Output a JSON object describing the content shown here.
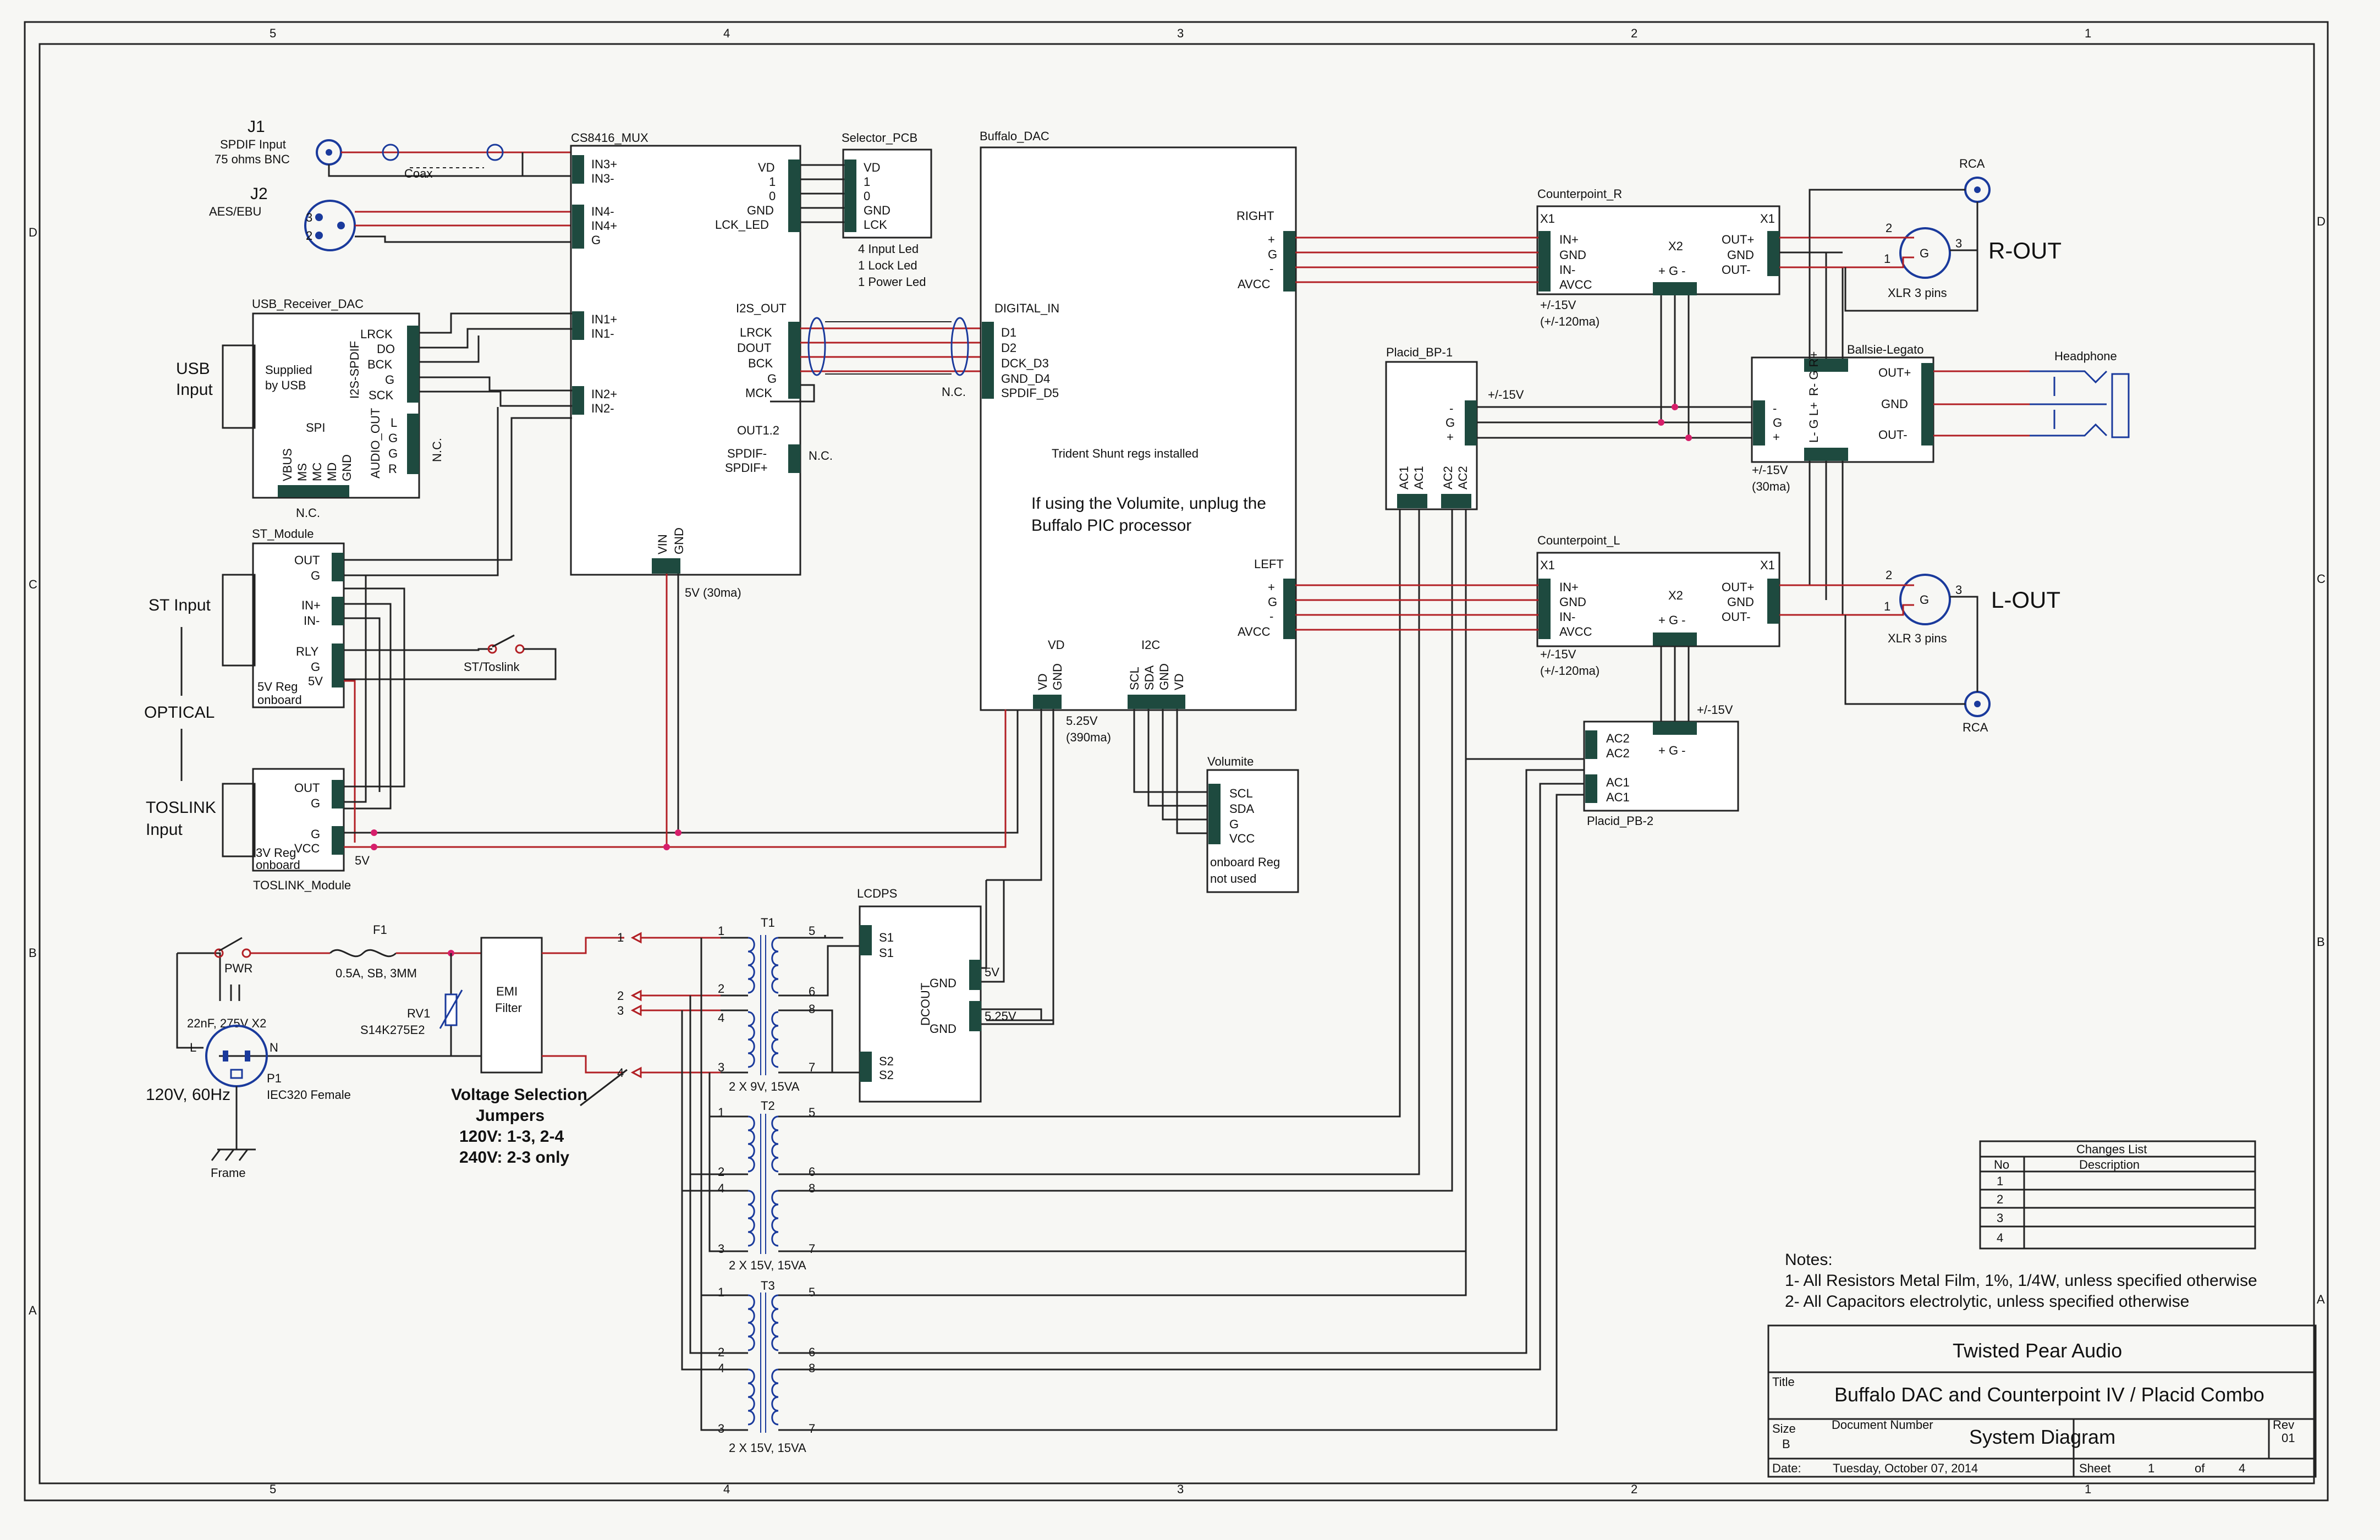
{
  "page": {
    "border_numbers": [
      "5",
      "4",
      "3",
      "2",
      "1"
    ],
    "border_letters": [
      "D",
      "C",
      "B",
      "A"
    ]
  },
  "j1": {
    "ref": "J1",
    "label1": "SPDIF Input",
    "label2": "75 ohms BNC",
    "coax": "Coax"
  },
  "j2": {
    "ref": "J2",
    "label": "AES/EBU",
    "p3": "3",
    "p2": "2"
  },
  "cs8416": {
    "name": "CS8416_MUX",
    "pins": [
      "IN3+",
      "IN3-",
      "IN4-",
      "IN4+",
      "G",
      "IN1+",
      "IN1-",
      "IN2+",
      "IN2-"
    ],
    "vin": "VIN",
    "gnd": "GND",
    "supply": "5V (30ma)"
  },
  "selector": {
    "name": "Selector_PCB",
    "pins_left": [
      "VD",
      "1",
      "0",
      "GND",
      "LCK_LED"
    ],
    "pins_right": [
      "VD",
      "1",
      "0",
      "GND",
      "LCK"
    ],
    "notes": [
      "4 Input Led",
      "1 Lock Led",
      "1 Power Led"
    ]
  },
  "i2s": {
    "title": "I2S_OUT",
    "pins": [
      "LRCK",
      "DOUT",
      "BCK",
      "G",
      "MCK"
    ],
    "out12": "OUT1.2",
    "spdif": [
      "SPDIF-",
      "SPDIF+"
    ],
    "nc": "N.C.",
    "nc2": "N.C."
  },
  "buffalo": {
    "name": "Buffalo_DAC",
    "digital_in": "DIGITAL_IN",
    "pins": [
      "D1",
      "D2",
      "DCK_D3",
      "GND_D4",
      "SPDIF_D5"
    ],
    "right": "RIGHT",
    "left": "LEFT",
    "out_pins": [
      "+",
      "G",
      "-",
      "AVCC"
    ],
    "trident": "Trident Shunt regs installed",
    "volumite_note1": "If using the Volumite, unplug the",
    "volumite_note2": "Buffalo PIC processor",
    "vd": "VD",
    "vd_pins": [
      "VD",
      "GND"
    ],
    "i2c": "I2C",
    "i2c_pins": [
      "SCL",
      "SDA",
      "GND",
      "VD"
    ],
    "supply1": "5.25V",
    "supply2": "(390ma)"
  },
  "usb": {
    "name": "USB_Receiver_DAC",
    "side1": "USB",
    "side2": "Input",
    "supplied1": "Supplied",
    "supplied2": "by USB",
    "i2s_label": "I2S-SPDIF",
    "i2s_pins": [
      "LRCK",
      "DO",
      "BCK",
      "G",
      "SCK"
    ],
    "spi": "SPI",
    "audio": "AUDIO_OUT",
    "audio_pins": [
      "L",
      "G",
      "G",
      "R"
    ],
    "bottom_pins": [
      "VBUS",
      "MS",
      "MC",
      "MD",
      "GND"
    ],
    "nc": "N.C.",
    "nc2": "N.C."
  },
  "st": {
    "name": "ST_Module",
    "side": "ST Input",
    "pins": [
      "OUT",
      "G",
      "IN+",
      "IN-",
      "RLY",
      "G",
      "5V"
    ],
    "reg1": "5V Reg",
    "reg2": "onboard",
    "switch": "ST/Toslink",
    "optical": "OPTICAL"
  },
  "toslink": {
    "name": "TOSLINK_Module",
    "side1": "TOSLINK",
    "side2": "Input",
    "pins": [
      "OUT",
      "G",
      "G",
      "VCC"
    ],
    "reg1": "3V Reg",
    "reg2": "onboard",
    "v5": "5V"
  },
  "power": {
    "f1": "F1",
    "pwr": "PWR",
    "fuse": "0.5A, SB, 3MM",
    "cap": "22nF, 275V X2",
    "rv1": "RV1",
    "rv1_part": "S14K275E2",
    "l": "L",
    "n": "N",
    "p1": "P1",
    "p1_desc": "IEC320 Female",
    "mains": "120V, 60Hz",
    "frame": "Frame",
    "emi1": "EMI",
    "emi2": "Filter",
    "taps": [
      "1",
      "2",
      "3",
      "4"
    ]
  },
  "voltage_sel": {
    "title1": "Voltage Selection",
    "title2": "Jumpers",
    "line1": "120V: 1-3, 2-4",
    "line2": "240V: 2-3 only"
  },
  "transformers": [
    {
      "ref": "T1",
      "rating": "2 X 9V, 15VA",
      "pri": [
        "1",
        "2",
        "4",
        "3"
      ],
      "sec": [
        "5",
        "6",
        "8",
        "7"
      ]
    },
    {
      "ref": "T2",
      "rating": "2 X 15V, 15VA",
      "pri": [
        "1",
        "2",
        "4",
        "3"
      ],
      "sec": [
        "5",
        "6",
        "8",
        "7"
      ]
    },
    {
      "ref": "T3",
      "rating": "2 X 15V, 15VA",
      "pri": [
        "1",
        "2",
        "4",
        "3"
      ],
      "sec": [
        "5",
        "6",
        "8",
        "7"
      ]
    }
  ],
  "lcdps": {
    "name": "LCDPS",
    "pins": [
      "S1",
      "S1",
      "S2",
      "S2"
    ],
    "dcout": "DCOUT",
    "out": [
      "GND",
      "GND"
    ],
    "v5": "5V",
    "v525": "5.25V"
  },
  "volumite": {
    "name": "Volumite",
    "pins": [
      "SCL",
      "SDA",
      "G",
      "VCC"
    ],
    "note1": "onboard Reg",
    "note2": "not used"
  },
  "cp_r": {
    "name": "Counterpoint_R",
    "x1": "X1",
    "x2": "X2",
    "pins_in": [
      "IN+",
      "GND",
      "IN-",
      "AVCC"
    ],
    "pins_out": [
      "OUT+",
      "GND",
      "OUT-"
    ],
    "x1b": "X1",
    "supply1": "+/-15V",
    "supply2": "(+/-120ma)",
    "pwr_pins": "+ G -"
  },
  "cp_l": {
    "name": "Counterpoint_L",
    "x1": "X1",
    "x2": "X2",
    "pins_in": [
      "IN+",
      "GND",
      "IN-",
      "AVCC"
    ],
    "pins_out": [
      "OUT+",
      "GND",
      "OUT-"
    ],
    "x1b": "X1",
    "supply1": "+/-15V",
    "supply2": "(+/-120ma)",
    "pwr_pins": "+ G -"
  },
  "placid1": {
    "name": "Placid_BP-1",
    "pins": [
      "AC1",
      "AC1",
      "AC2",
      "AC2"
    ],
    "out": [
      "-",
      "G",
      "+"
    ],
    "supply": "+/-15V"
  },
  "placid2": {
    "name": "Placid_PB-2",
    "pins": [
      "AC2",
      "AC2",
      "AC1",
      "AC1"
    ],
    "out": "+ G -",
    "supply": "+/-15V"
  },
  "ballsie": {
    "name": "Ballsie-Legato",
    "top": "R- G R+",
    "bottom": "L- G L+",
    "in": [
      "-",
      "G",
      "+"
    ],
    "out": [
      "OUT+",
      "GND",
      "OUT-"
    ],
    "supply1": "+/-15V",
    "supply2": "(30ma)"
  },
  "xlr_r": {
    "rca": "RCA",
    "label": "R-OUT",
    "xlr": "XLR 3 pins",
    "p2": "2",
    "p3": "3",
    "p1": "1",
    "g": "G"
  },
  "xlr_l": {
    "rca": "RCA",
    "label": "L-OUT",
    "xlr": "XLR 3 pins",
    "p2": "2",
    "p3": "3",
    "p1": "1",
    "g": "G"
  },
  "headphone": {
    "label": "Headphone"
  },
  "changes": {
    "title": "Changes List",
    "col_no": "No",
    "col_desc": "Description",
    "rows": [
      "1",
      "2",
      "3",
      "4"
    ]
  },
  "notes": {
    "title": "Notes:",
    "n1": "1- All Resistors Metal Film, 1%, 1/4W, unless specified otherwise",
    "n2": "2- All Capacitors electrolytic, unless specified otherwise"
  },
  "titleblock": {
    "company": "Twisted Pear Audio",
    "title_lbl": "Title",
    "title": "Buffalo DAC and Counterpoint IV / Placid Combo",
    "size_lbl": "Size",
    "size": "B",
    "docnum_lbl": "Document Number",
    "docnum": "System Diagram",
    "rev_lbl": "Rev",
    "rev": "01",
    "date_lbl": "Date:",
    "date": "Tuesday, October 07, 2014",
    "sheet_lbl": "Sheet",
    "sheet": "1",
    "of_lbl": "of",
    "of": "4"
  }
}
